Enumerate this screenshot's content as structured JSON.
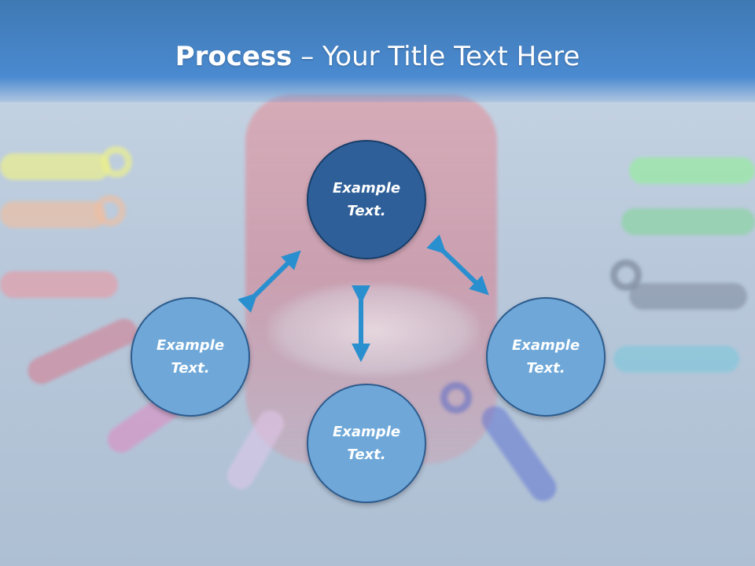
{
  "slide": {
    "title_bold": "Process",
    "title_rest": " – Your Title Text Here"
  },
  "circles": {
    "top": "Example Text.",
    "left": "Example Text.",
    "right": "Example Text.",
    "bottom": "Example Text."
  },
  "colors": {
    "title_bar": "#4a8ad0",
    "circle_dark": "#2f5f98",
    "circle_light": "#6fa8d8",
    "arrow": "#2a8fcf"
  }
}
